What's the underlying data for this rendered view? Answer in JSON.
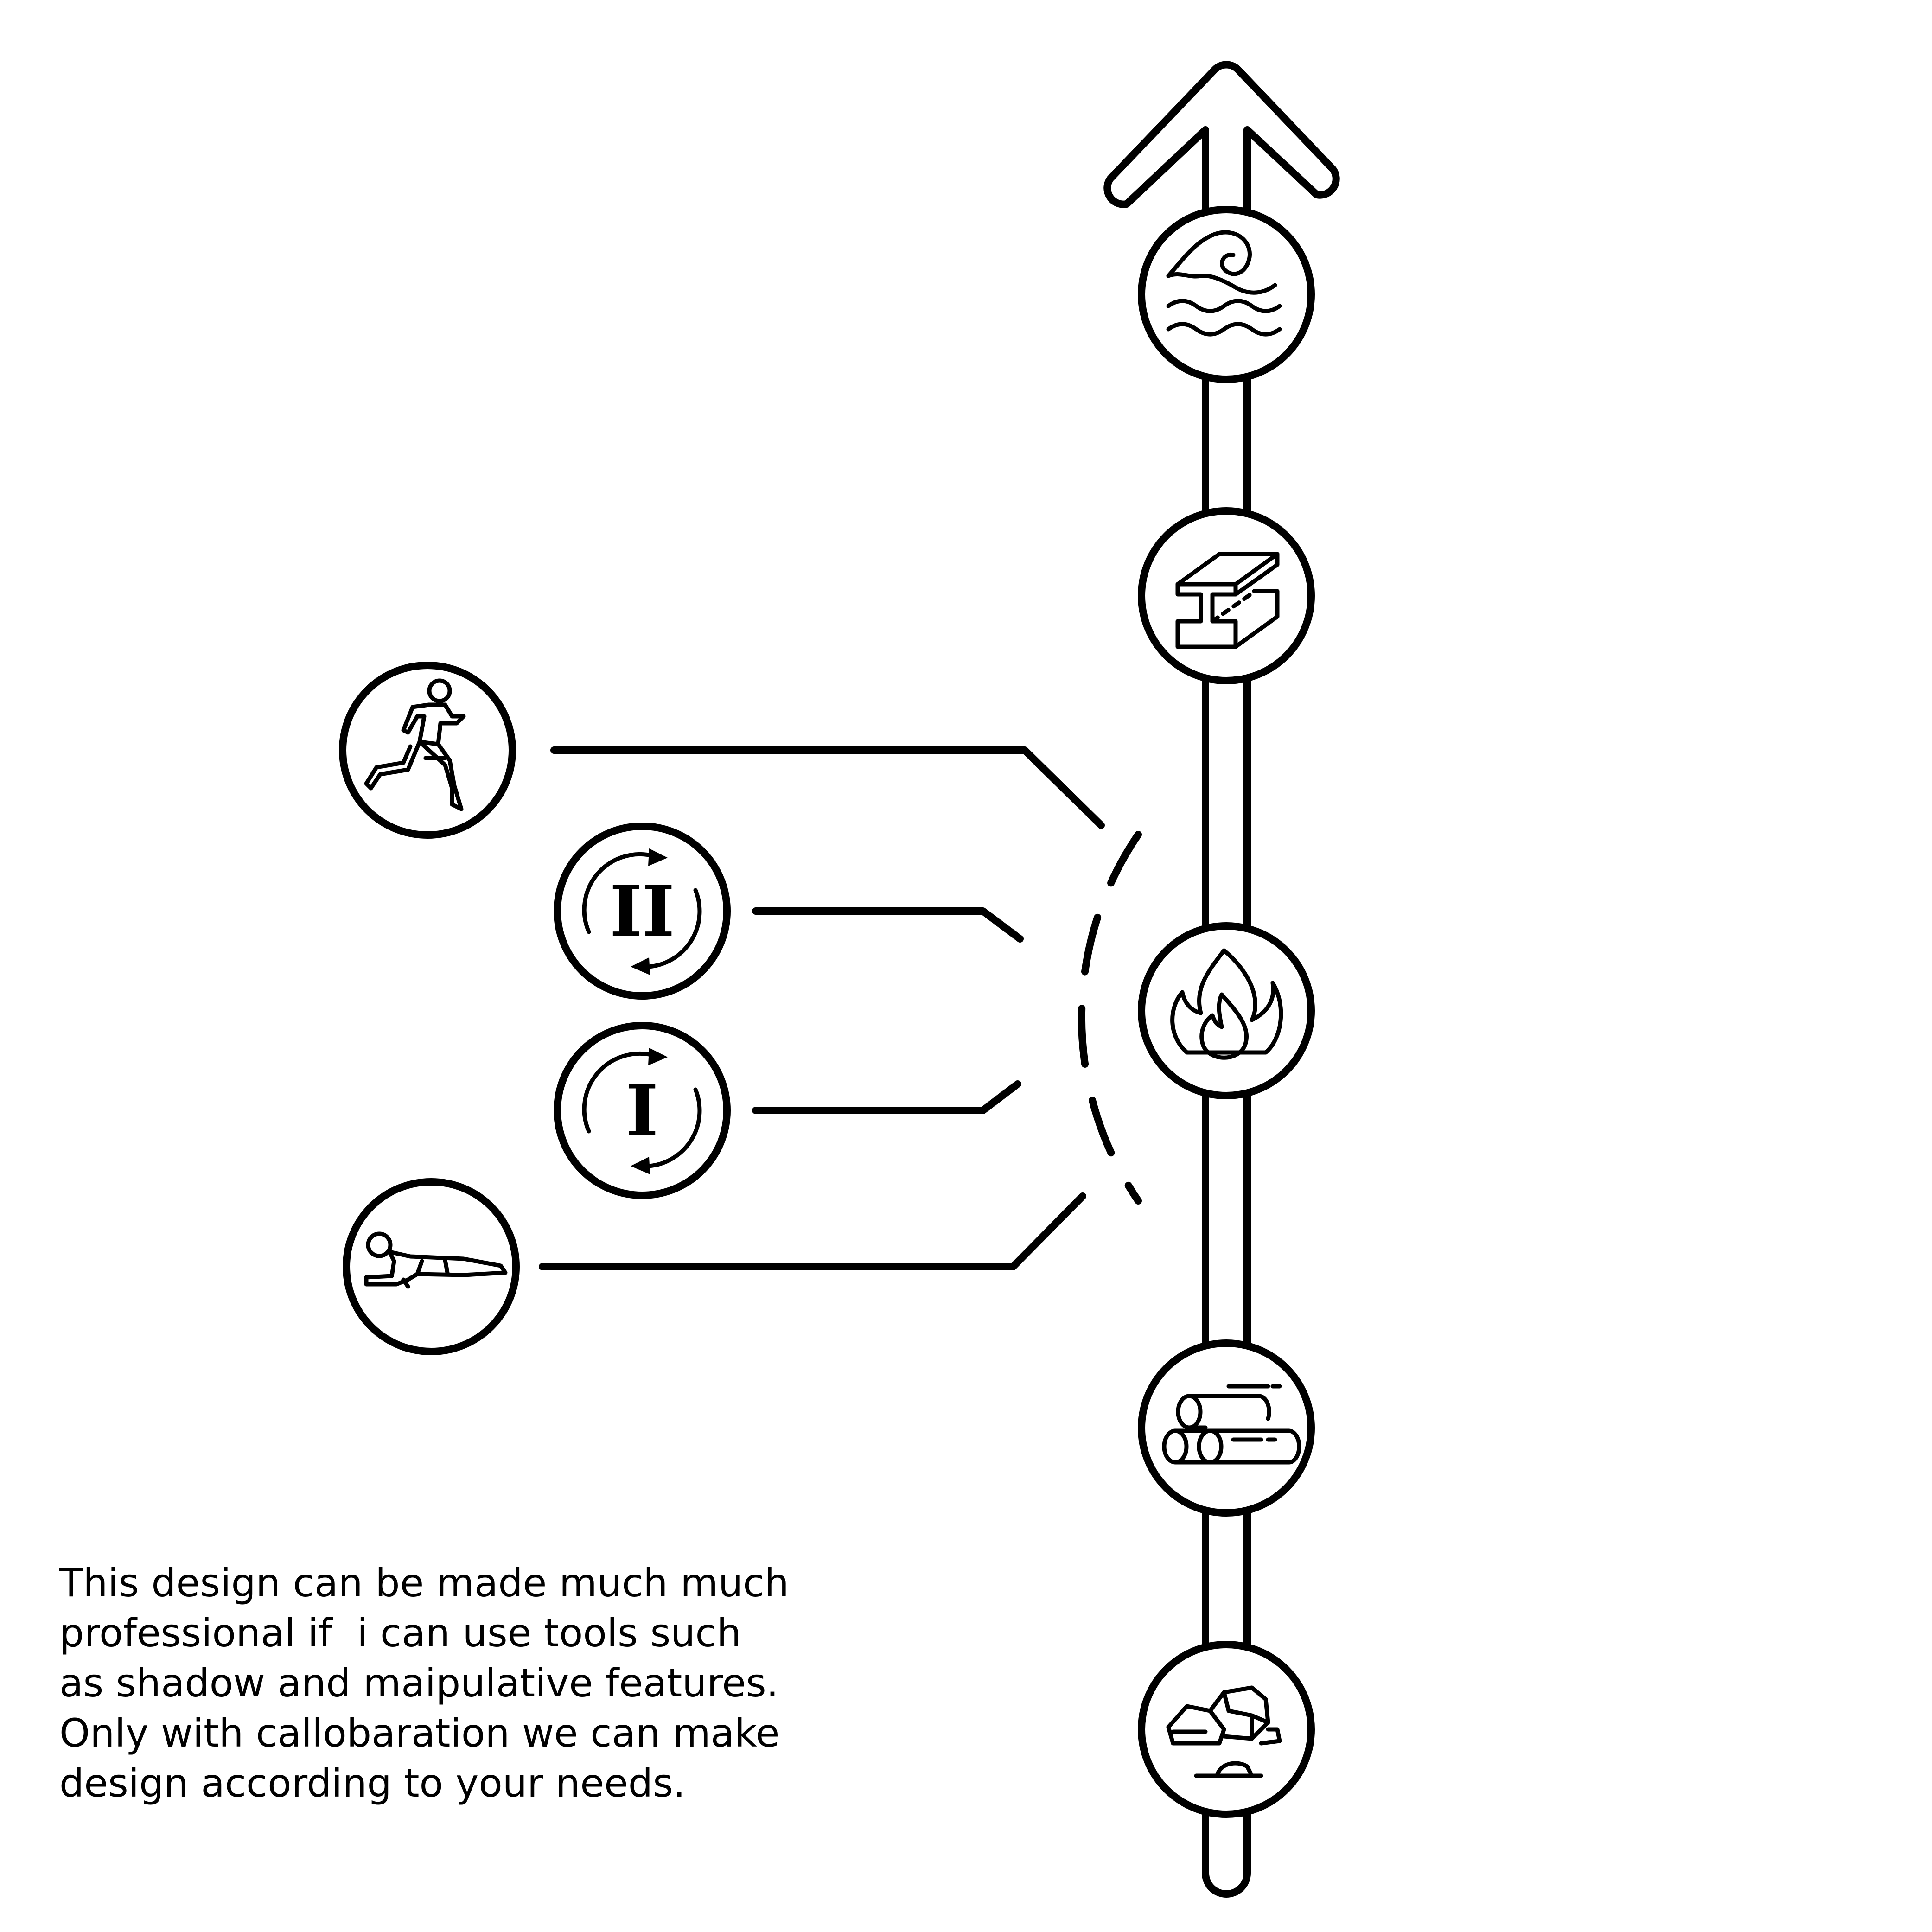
{
  "diagram": {
    "main_axis_icons": [
      "wave-icon",
      "steel-beam-icon",
      "fire-icon",
      "logs-icon",
      "rocks-icon"
    ],
    "left_icons": [
      "runner-icon",
      "cycle-two-icon",
      "cycle-one-icon",
      "plank-exercise-icon"
    ],
    "cycle_two_label": "II",
    "cycle_one_label": "I",
    "line_color": "#000000",
    "background_color": "#ffffff"
  },
  "note": {
    "lines": [
      "This design can be made much much",
      "professional if  i can use tools such",
      "as shadow and maipulative features.",
      "Only with callobaration we can make",
      "design according to your needs."
    ]
  }
}
